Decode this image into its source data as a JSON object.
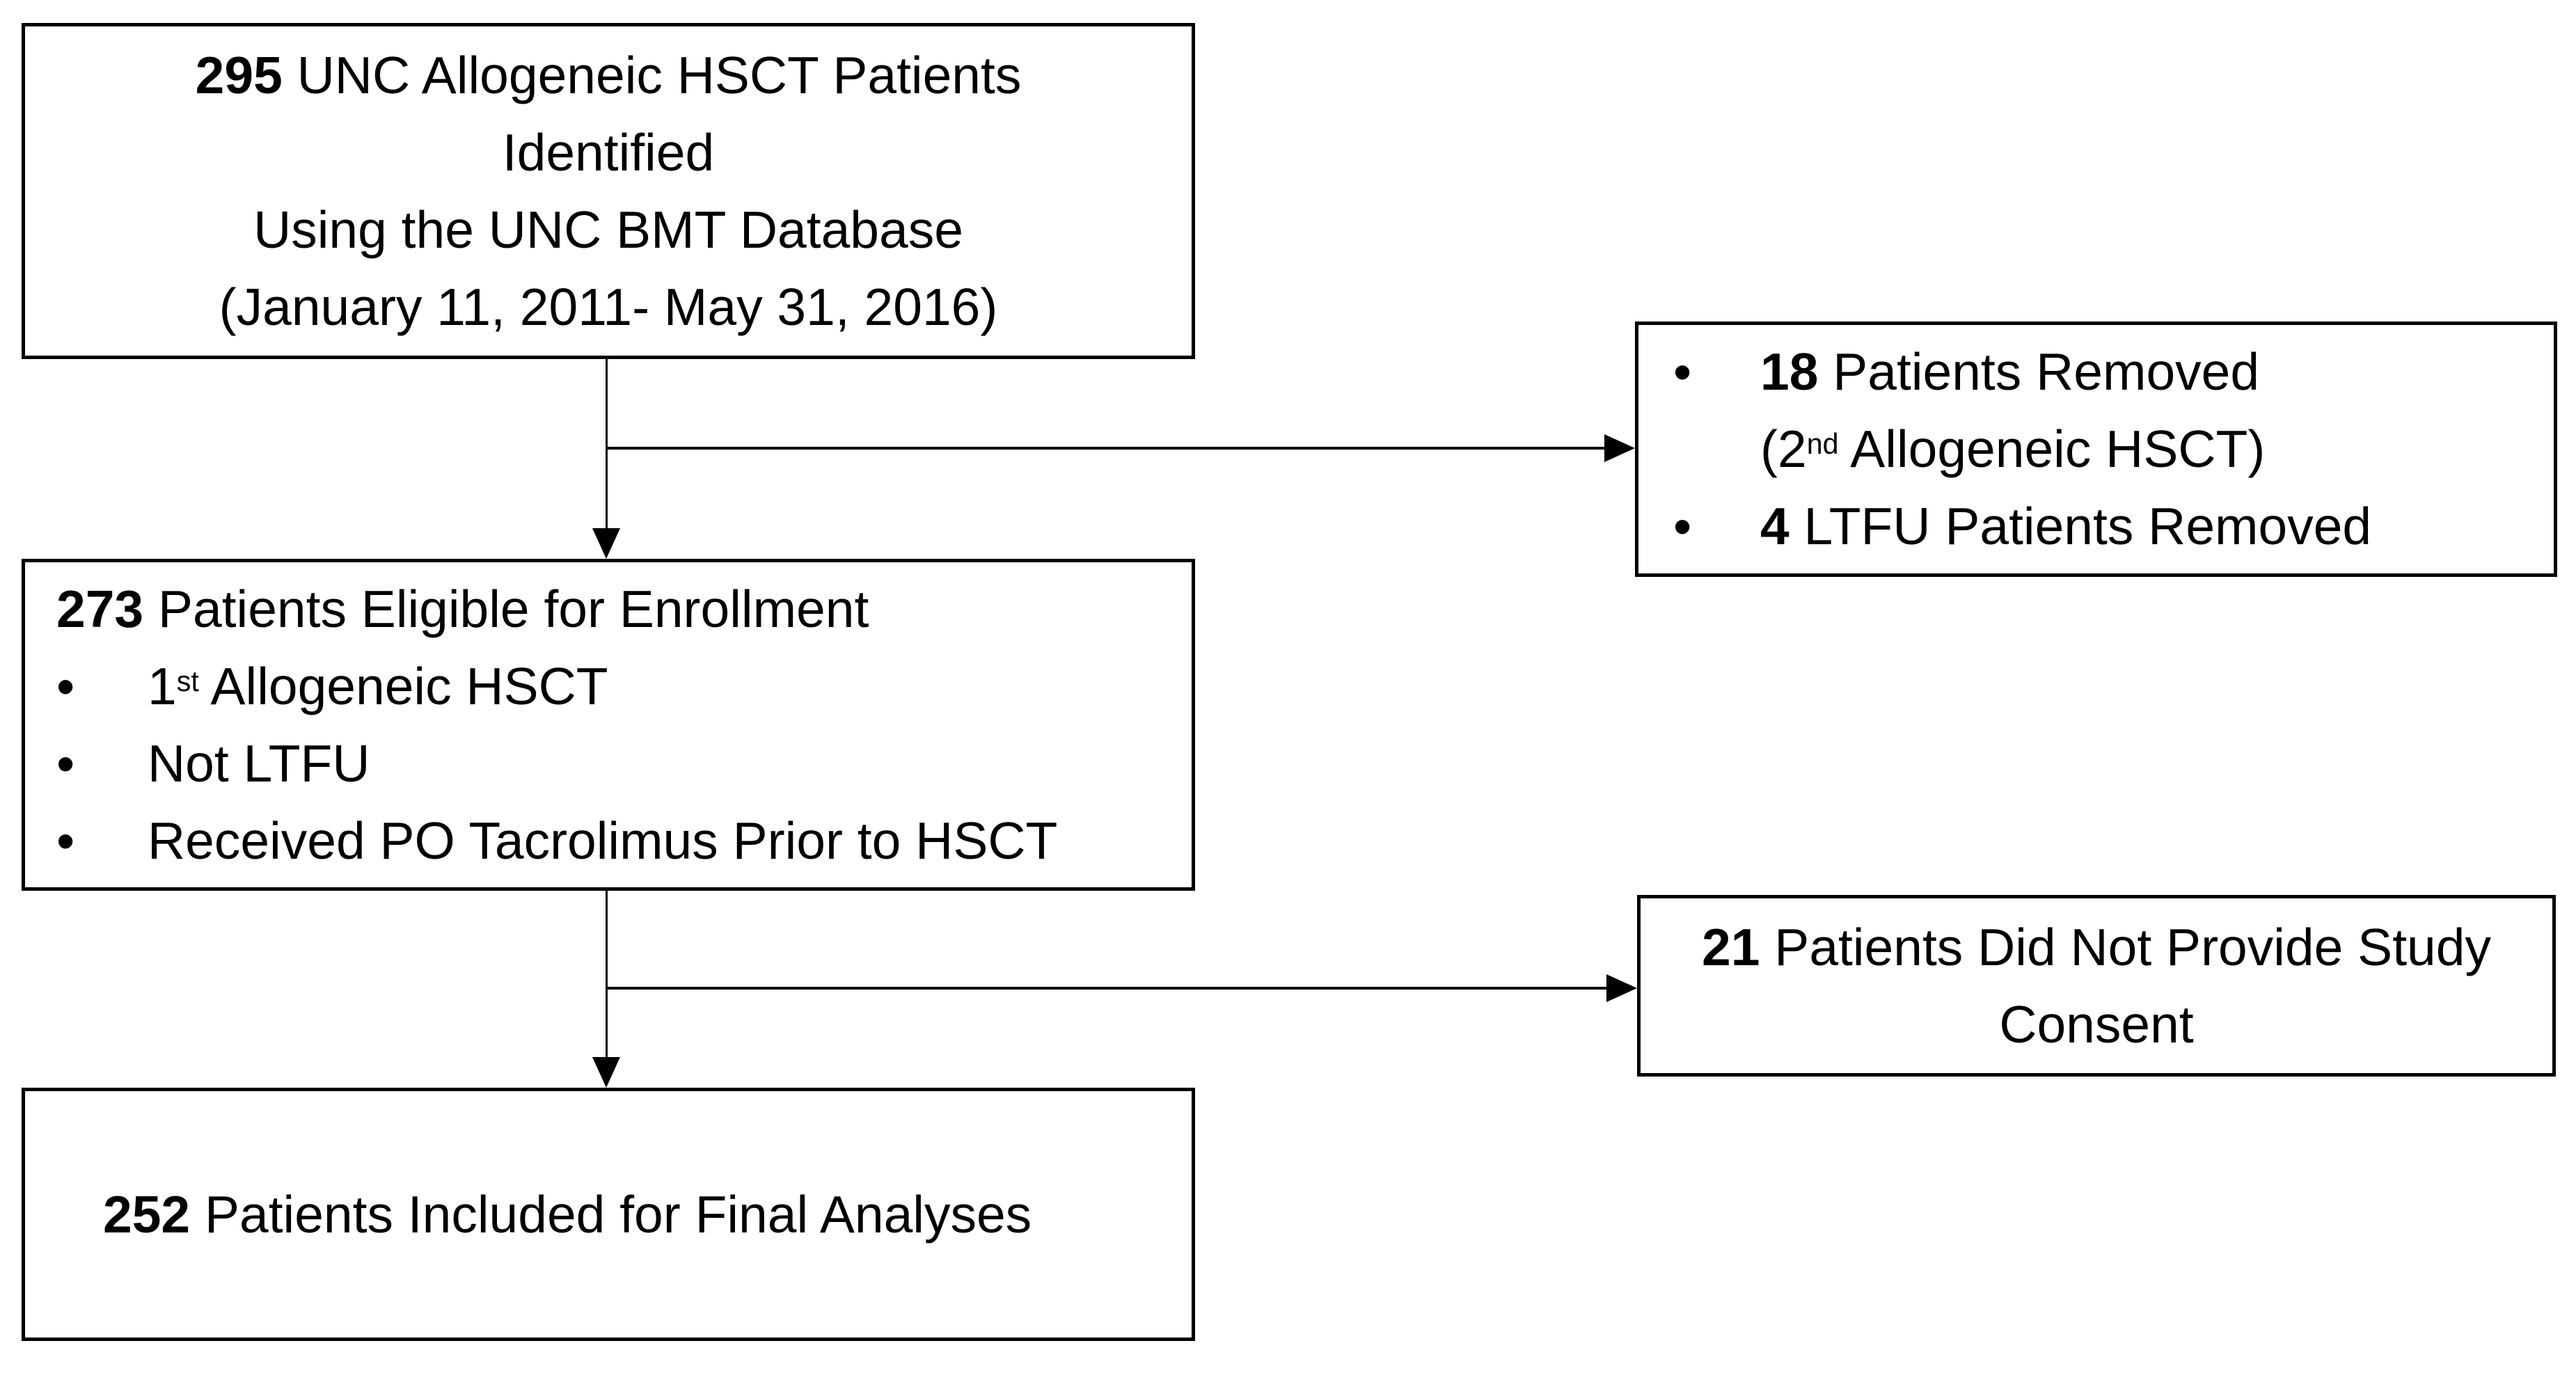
{
  "diagram": {
    "type": "flowchart",
    "background_color": "#ffffff",
    "border_color": "#000000",
    "text_color": "#000000",
    "bullet": "•",
    "boxes": {
      "identified": {
        "count": "295",
        "line1_rest": " UNC Allogeneic HSCT Patients",
        "line2": "Identified",
        "line3": "Using the UNC BMT Database",
        "line4": "(January 11, 2011- May 31, 2016)"
      },
      "removed": {
        "item1_count": "18",
        "item1_rest": " Patients Removed",
        "item1_sub_prefix": "(2",
        "item1_sub_sup": "nd",
        "item1_sub_rest": " Allogeneic HSCT)",
        "item2_count": "4",
        "item2_rest": " LTFU Patients Removed"
      },
      "eligible": {
        "count": "273",
        "heading_rest": " Patients Eligible for Enrollment",
        "bullet1_prefix": "1",
        "bullet1_sup": "st",
        "bullet1_rest": " Allogeneic HSCT",
        "bullet2": "Not LTFU",
        "bullet3": "Received PO Tacrolimus Prior to HSCT"
      },
      "no_consent": {
        "count": "21",
        "line1_rest": " Patients Did Not Provide Study",
        "line2": "Consent"
      },
      "final": {
        "count": "252",
        "rest": " Patients Included for Final Analyses"
      }
    }
  }
}
